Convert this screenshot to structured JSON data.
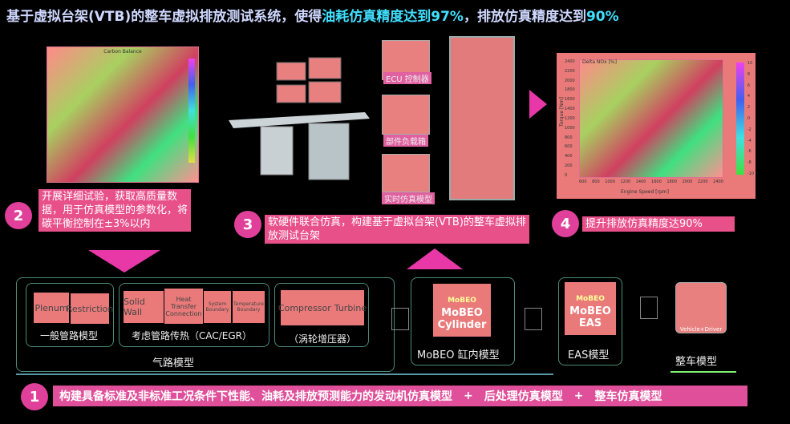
{
  "title": {
    "part1": "基于虚拟台架(VTB)的整车虚拟排放测试系统，使得",
    "part2": "油耗仿真精度达到97%",
    "part3": "，排放仿真精度达到",
    "part4": "90%"
  },
  "left_chart": {
    "title": "Carbon Balance"
  },
  "right_chart": {
    "title": "Delta NOx [%]",
    "xlabel": "Engine Speed [rpm]",
    "ylabel": "Torque [Nm]",
    "x_ticks": [
      "600",
      "800",
      "1000",
      "1200",
      "1400",
      "1600",
      "1800",
      "2000",
      "2200",
      "2400"
    ],
    "y_ticks": [
      "2400",
      "2200",
      "2000",
      "1800",
      "1600",
      "1400",
      "1200",
      "1000",
      "800",
      "600",
      "400",
      "200",
      "0"
    ],
    "cbar_ticks": [
      "10",
      "8",
      "6",
      "4",
      "2",
      "0",
      "-2",
      "-4",
      "-6",
      "-8",
      "-10"
    ]
  },
  "steps": [
    {
      "num": "2",
      "text": "开展详细试验，获取高质量数据，用于仿真模型的参数化，将碳平衡控制在±3%以内"
    },
    {
      "num": "3",
      "text": "软硬件联合仿真，构建基于虚拟台架(VTB)的整车虚拟排放测试台架"
    },
    {
      "num": "4",
      "text": "提升排放仿真精度达90%"
    },
    {
      "num": "1",
      "text": "构建具备标准及非标准工况条件下性能、油耗及排放预测能力的发动机仿真模型"
    }
  ],
  "hardware": {
    "ecu": "ECU 控制器",
    "load_box": "部件负载箱",
    "rt_model": "实时仿真模型"
  },
  "models": {
    "plenum": "Plenum",
    "restriction": "Restriction",
    "general_pipe": "一般管路模型",
    "solid_wall": "Solid Wall",
    "heat_transfer": "Heat Transfer Connection",
    "system_boundary": "System Boundary",
    "temp_boundary": "Temperature Boundary",
    "pipe_heat": "考虑管路传热（CAC/EGR）",
    "compressor": "Compressor",
    "turbine": "Turbine",
    "turbo": "（涡轮增压器）",
    "air_path": "气路模型",
    "mobeo_logo": "MoBEO",
    "mobeo_cyl": "MoBEO Cylinder",
    "mobeo_cyl_label": "MoBEO 缸内模型",
    "mobeo_eas": "MoBEO EAS",
    "eas_label": "EAS模型",
    "vehicle": "Vehicle+Driver",
    "vehicle_label": "整车模型"
  },
  "bottom": {
    "plus": "+",
    "aftertreat": "后处理仿真模型",
    "vehicle": "整车仿真模型"
  }
}
